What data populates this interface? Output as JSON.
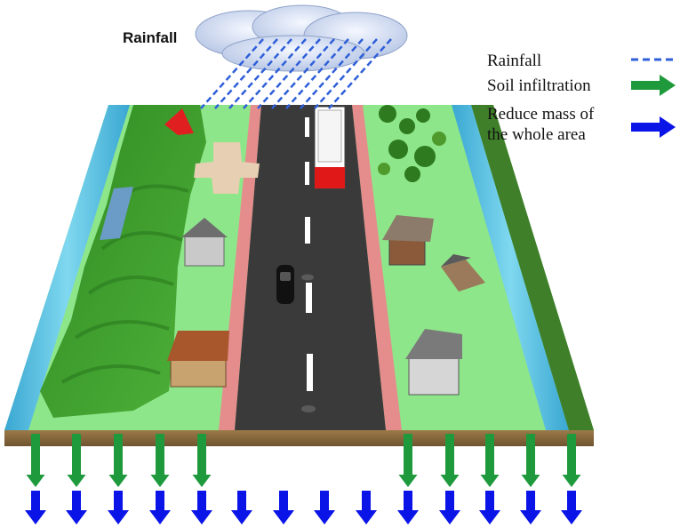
{
  "rainfall_label": "Rainfall",
  "legend": {
    "rainfall": "Rainfall",
    "infiltration": "Soil infiltration",
    "mass_line1": "Reduce mass of",
    "mass_line2": "the whole area"
  },
  "colors": {
    "rain": "#2f5fd8",
    "infiltration": "#1e9a3c",
    "mass": "#0a14e6",
    "grass": "#8ee68a",
    "road": "#3a3a3a",
    "sidewalk": "#e58d8d",
    "water": "#59c7e6",
    "hill": "#3f9b2f",
    "soil": "#8b6a3e"
  }
}
